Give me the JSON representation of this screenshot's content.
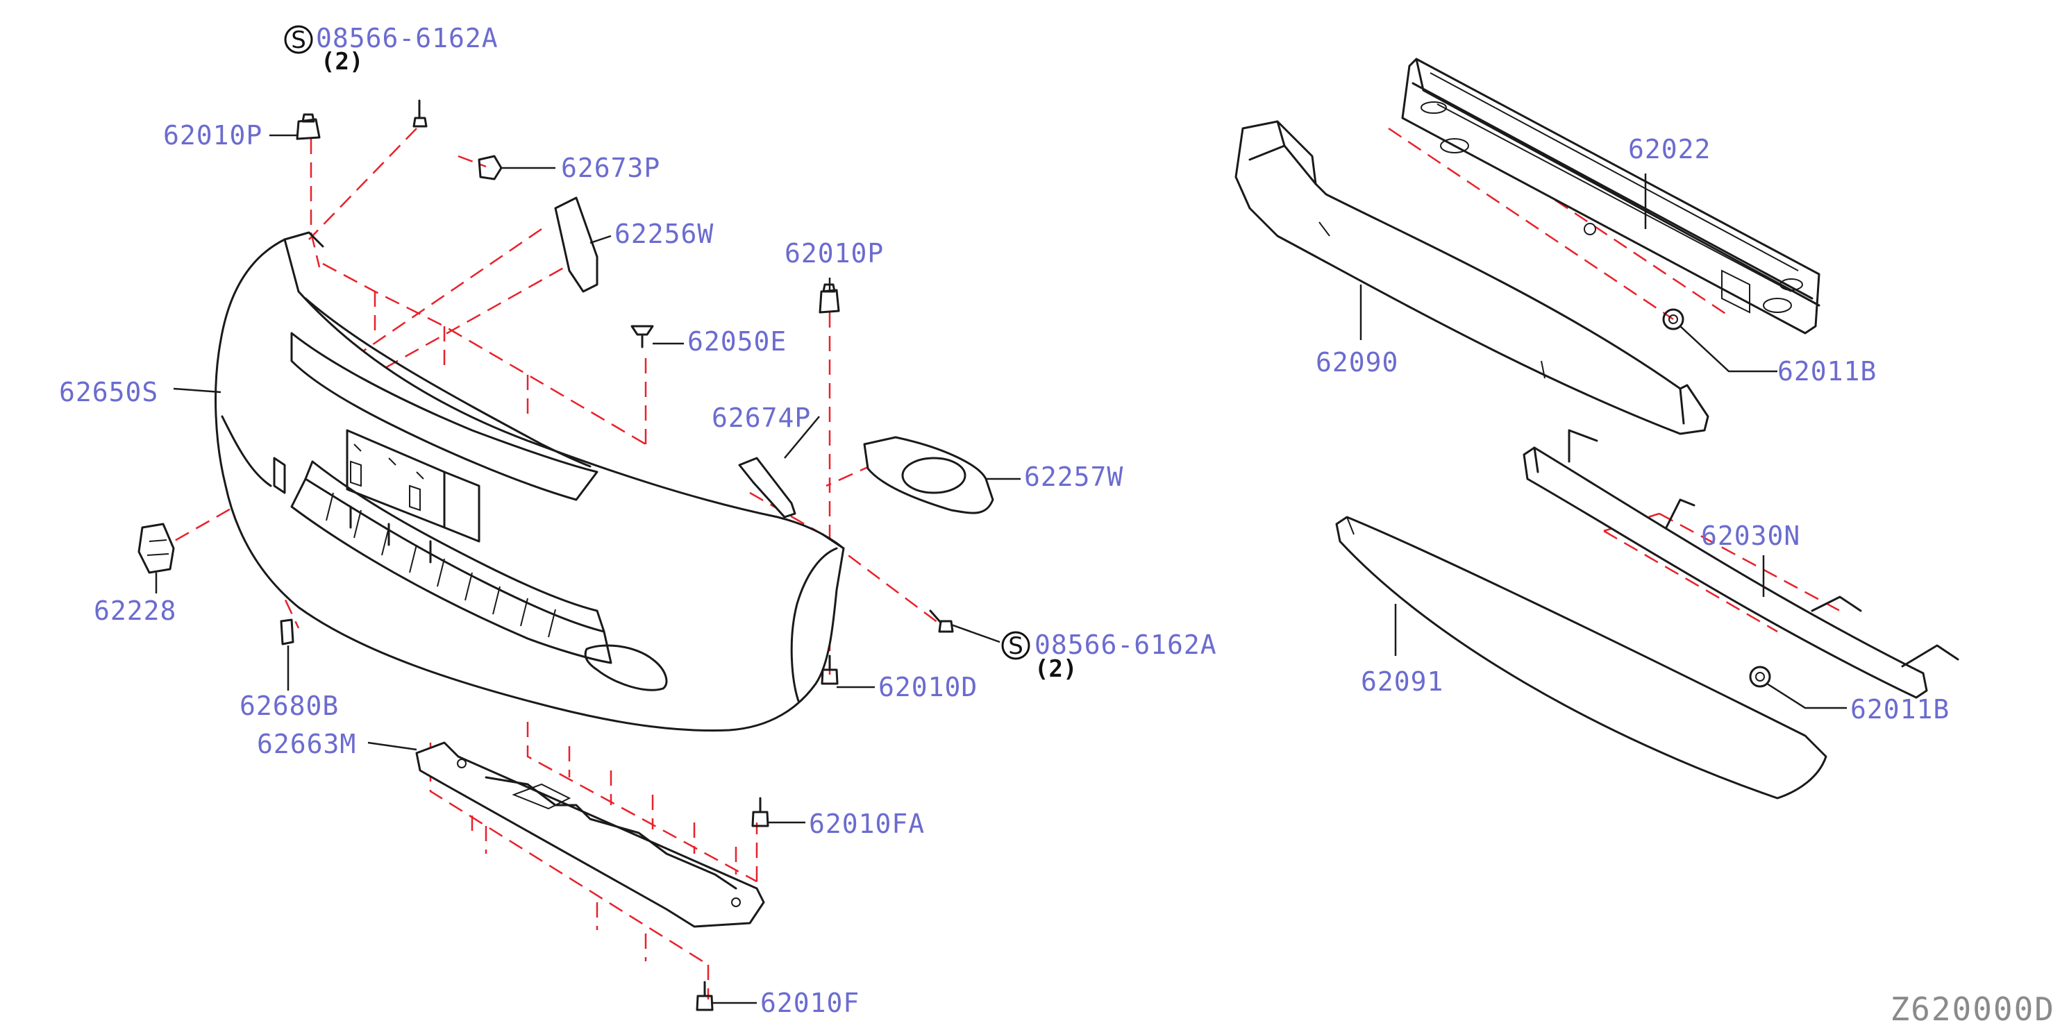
{
  "diagram": {
    "reference_code": "Z620000D",
    "standard_symbol": "S",
    "labels": [
      {
        "id": "l-08566-top",
        "text": "08566-6162A",
        "qty": "(2)",
        "standard": true
      },
      {
        "id": "l-62010P-top",
        "text": "62010P"
      },
      {
        "id": "l-62673P",
        "text": "62673P"
      },
      {
        "id": "l-62256W",
        "text": "62256W"
      },
      {
        "id": "l-62010P-mid",
        "text": "62010P"
      },
      {
        "id": "l-62050E",
        "text": "62050E"
      },
      {
        "id": "l-62650S",
        "text": "62650S"
      },
      {
        "id": "l-62674P",
        "text": "62674P"
      },
      {
        "id": "l-62257W",
        "text": "62257W"
      },
      {
        "id": "l-62228",
        "text": "62228"
      },
      {
        "id": "l-08566-mid",
        "text": "08566-6162A",
        "qty": "(2)",
        "standard": true
      },
      {
        "id": "l-62010D",
        "text": "62010D"
      },
      {
        "id": "l-62680B",
        "text": "62680B"
      },
      {
        "id": "l-62663M",
        "text": "62663M"
      },
      {
        "id": "l-62010FA",
        "text": "62010FA"
      },
      {
        "id": "l-62010F",
        "text": "62010F"
      },
      {
        "id": "l-62022",
        "text": "62022"
      },
      {
        "id": "l-62090",
        "text": "62090"
      },
      {
        "id": "l-62011B-top",
        "text": "62011B"
      },
      {
        "id": "l-62030N",
        "text": "62030N"
      },
      {
        "id": "l-62091",
        "text": "62091"
      },
      {
        "id": "l-62011B-bot",
        "text": "62011B"
      }
    ]
  }
}
